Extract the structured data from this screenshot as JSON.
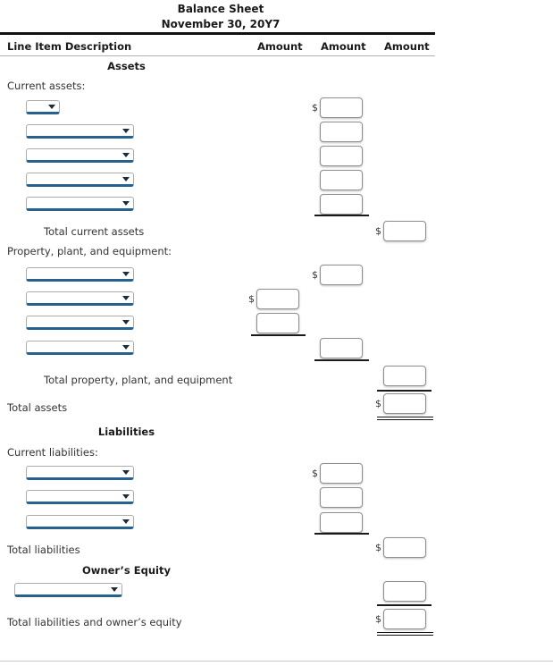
{
  "title": "Balance Sheet",
  "date": "November 30, 20Y7",
  "currency_symbol": "$",
  "table_header": {
    "description": "Line Item Description",
    "amount_col_1": "Amount",
    "amount_col_2": "Amount",
    "amount_col_3": "Amount"
  },
  "labels": {
    "assets_heading": "Assets",
    "current_assets": "Current assets:",
    "total_current_assets": "Total current assets",
    "ppe": "Property, plant, and equipment:",
    "total_ppe": "Total property, plant, and equipment",
    "total_assets": "Total assets",
    "liabilities_heading": "Liabilities",
    "current_liabilities": "Current liabilities:",
    "total_liabilities": "Total liabilities",
    "owners_equity_heading": "Owner’s Equity",
    "total_liabilities_and_owners_equity": "Total liabilities and owner’s equity"
  },
  "fields": {
    "select_value": "",
    "amount_value": ""
  },
  "icons": {
    "dropdown_caret": "caret-down"
  },
  "colors": {
    "select_underline": "#26628d",
    "rule_black": "#111111",
    "text": "#333333"
  }
}
